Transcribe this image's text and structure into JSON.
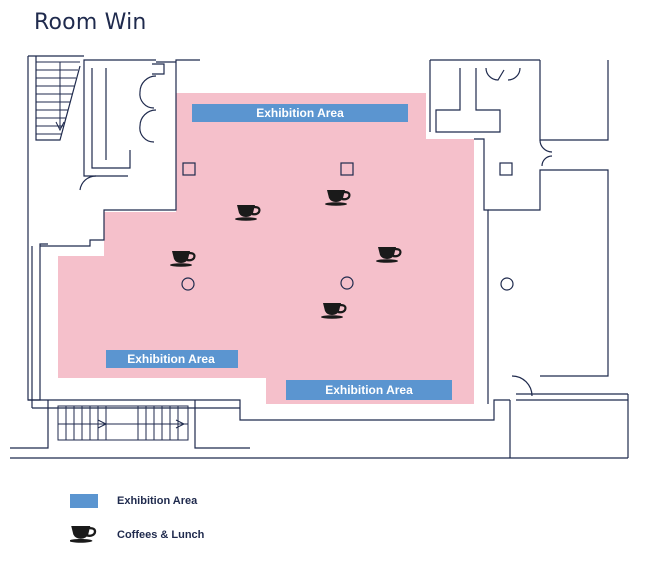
{
  "title": "Room Win",
  "map_labels": {
    "exhibition_top": "Exhibition Area",
    "exhibition_left": "Exhibition Area",
    "exhibition_bottom": "Exhibition Area"
  },
  "legend": {
    "exhibition": "Exhibition Area",
    "coffee": "Coffees & Lunch"
  },
  "colors": {
    "exhibition_zone": "#f5c0cb",
    "exhibition_banner": "#5b95d0",
    "walls": "#1f2a4d",
    "coffee_icon": "#1a1a1a"
  },
  "icons": {
    "coffee": "coffee-cup-icon",
    "column_round": "round-column-icon",
    "column_square": "square-column-icon",
    "stairs": "staircase-icon",
    "door": "door-arc-icon"
  }
}
